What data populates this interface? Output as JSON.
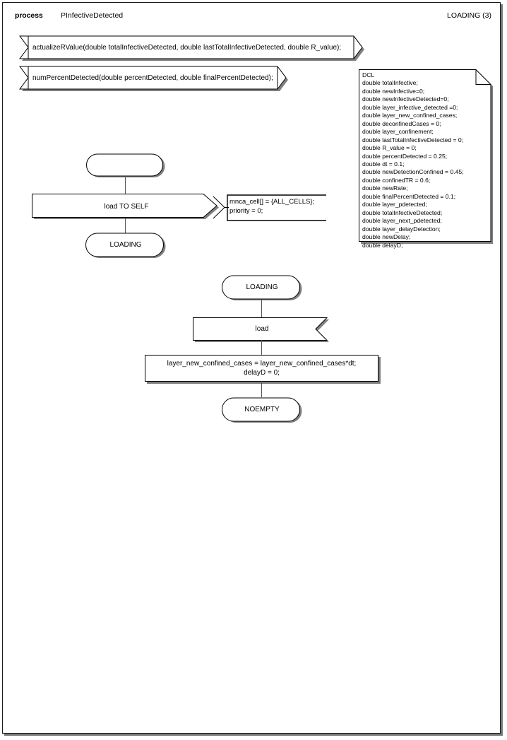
{
  "header": {
    "keyword": "process",
    "name": "PInfectiveDetected",
    "page_ref": "LOADING (3)"
  },
  "procedure_calls": [
    {
      "label": "actualizeRValue(double totalInfectiveDetected, double lastTotalInfectiveDetected, double R_value);"
    },
    {
      "label": "numPercentDetected(double percentDetected, double finalPercentDetected);"
    }
  ],
  "declaration_note": {
    "title": "DCL",
    "text": "DCL\ndouble totalInfective;\ndouble newInfective=0;\ndouble newInfectiveDetected=0;\ndouble layer_infective_detected =0;\ndouble layer_new_confined_cases;\ndouble deconfinedCases = 0;\ndouble layer_confinement;\ndouble lastTotalInfectiveDetected = 0;\ndouble R_value = 0;\ndouble percentDetected = 0.25;\ndouble dt = 0.1;\ndouble newDetectionConfined = 0.45;\ndouble confinedTR = 0.6;\ndouble newRate;\ndouble finalPercentDetected = 0.1;\ndouble layer_pdetected;\ndouble totalInfectiveDetected;\ndouble layer_next_pdetected;\ndouble layer_delayDetection;\ndouble newDelay;\ndouble delayD;"
  },
  "branch_one": {
    "start_state_label": "",
    "output_label": "load TO SELF",
    "comment_text": "mnca_cell[] = {ALL_CELLS};\npriority = 0;",
    "next_state_label": "LOADING"
  },
  "branch_two": {
    "state_label": "LOADING",
    "input_label": "load",
    "task_label": "layer_new_confined_cases = layer_new_confined_cases*dt;\ndelayD = 0;",
    "next_state_label": "NOEMPTY"
  },
  "colors": {
    "line": "#000000",
    "shadow": "#808080",
    "connector": "#555555",
    "background": "#ffffff"
  }
}
